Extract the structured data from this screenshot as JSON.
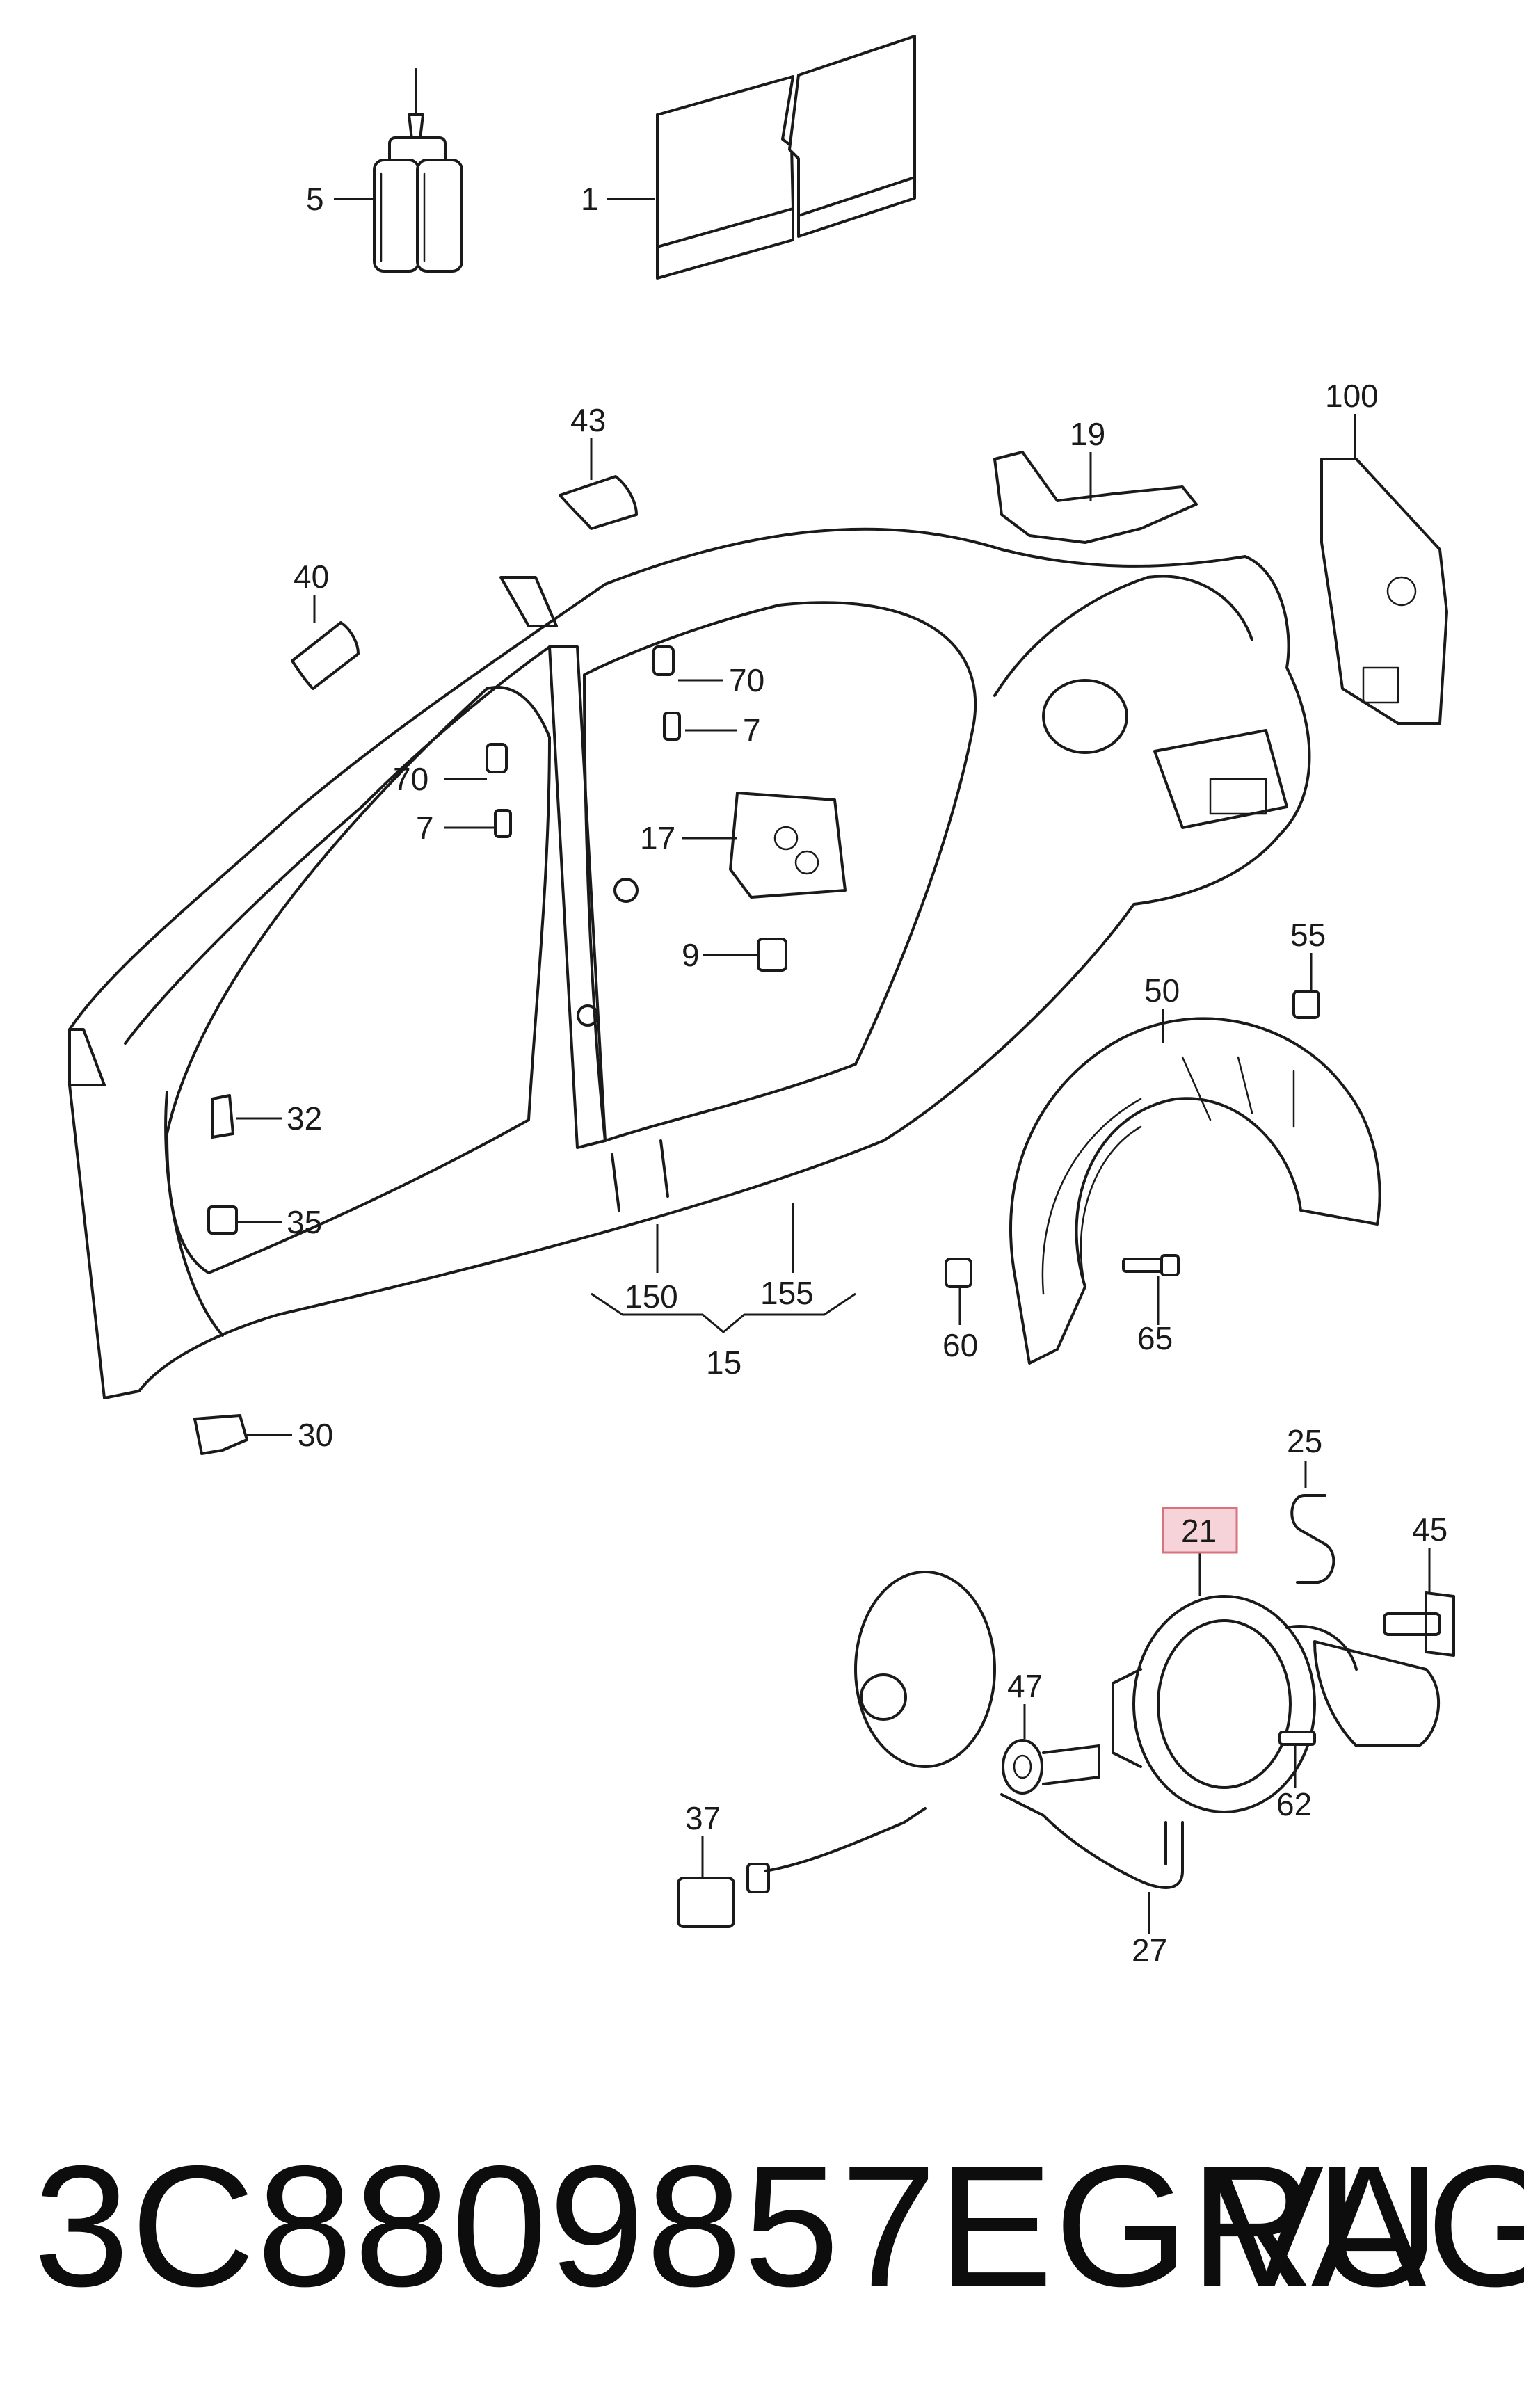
{
  "diagram": {
    "callouts": [
      {
        "id": "c5",
        "label": "5"
      },
      {
        "id": "c1",
        "label": "1"
      },
      {
        "id": "c43",
        "label": "43"
      },
      {
        "id": "c19",
        "label": "19"
      },
      {
        "id": "c100",
        "label": "100"
      },
      {
        "id": "c40",
        "label": "40"
      },
      {
        "id": "c70a",
        "label": "70"
      },
      {
        "id": "c7a",
        "label": "7"
      },
      {
        "id": "c70b",
        "label": "70"
      },
      {
        "id": "c7b",
        "label": "7"
      },
      {
        "id": "c17",
        "label": "17"
      },
      {
        "id": "c9",
        "label": "9"
      },
      {
        "id": "c55",
        "label": "55"
      },
      {
        "id": "c50",
        "label": "50"
      },
      {
        "id": "c32",
        "label": "32"
      },
      {
        "id": "c35",
        "label": "35"
      },
      {
        "id": "c150",
        "label": "150"
      },
      {
        "id": "c155",
        "label": "155"
      },
      {
        "id": "c15",
        "label": "15"
      },
      {
        "id": "c60",
        "label": "60"
      },
      {
        "id": "c65",
        "label": "65"
      },
      {
        "id": "c30",
        "label": "30"
      },
      {
        "id": "c25",
        "label": "25"
      },
      {
        "id": "c21",
        "label": "21",
        "highlighted": true
      },
      {
        "id": "c45",
        "label": "45"
      },
      {
        "id": "c47",
        "label": "47"
      },
      {
        "id": "c62",
        "label": "62"
      },
      {
        "id": "c37",
        "label": "37"
      },
      {
        "id": "c27",
        "label": "27"
      }
    ],
    "highlight_color": "#f6d3d8"
  },
  "footer": {
    "part_number": "3C8809857EGRU",
    "brand": "VAG"
  }
}
